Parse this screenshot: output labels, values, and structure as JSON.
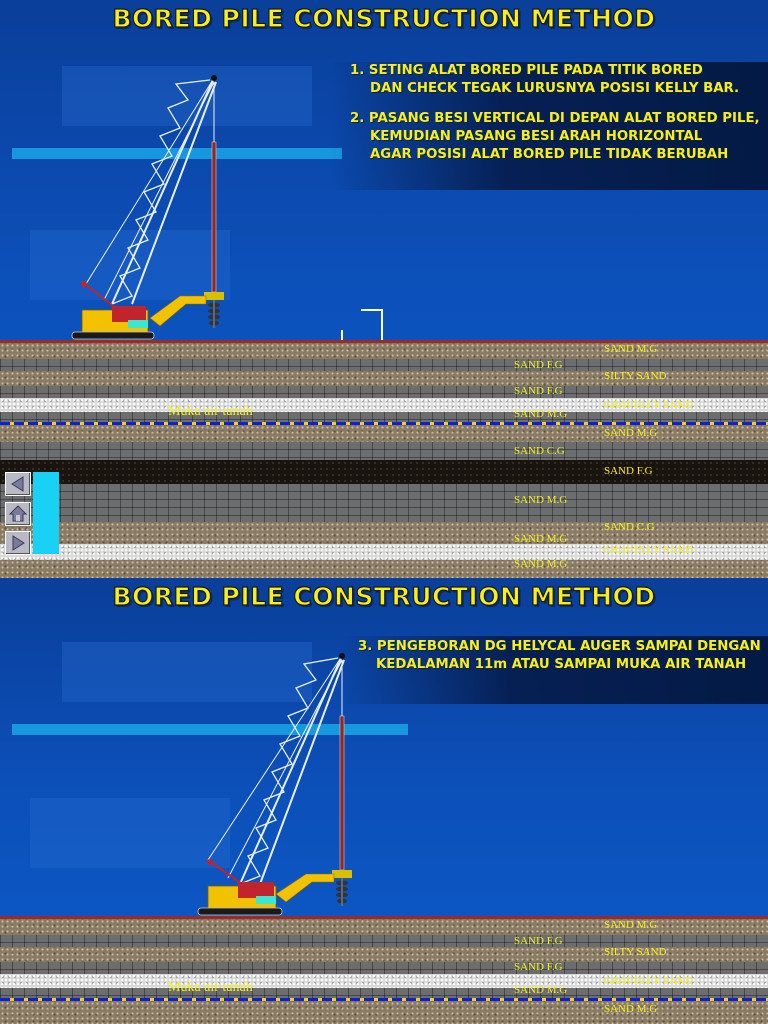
{
  "slides": [
    {
      "title": "BORED PILE CONSTRUCTION METHOD",
      "steps": [
        [
          "1. SETING ALAT BORED PILE PADA TITIK BORED",
          "    DAN CHECK TEGAK LURUSNYA POSISI KELLY BAR."
        ],
        [
          "2. PASANG BESI VERTICAL DI DEPAN ALAT BORED PILE,",
          "    KEMUDIAN PASANG BESI ARAH HORIZONTAL",
          "    AGAR POSISI ALAT BORED PILE TIDAK BERUBAH"
        ]
      ],
      "water_label": "Muka air tanah",
      "soil_labels": [
        "SAND M.G",
        "SAND F.G",
        "SILTY SAND",
        "SAND F.G",
        "GRAVELLY SAND",
        "SAND M.G",
        "SAND M.G",
        "SAND C.G",
        "SAND F.G",
        "SAND M.G",
        "SAND C.G",
        "SAND M.G",
        "GRAVELLY SAND",
        "SAND M.G"
      ]
    },
    {
      "title": "BORED PILE CONSTRUCTION METHOD",
      "steps": [
        [
          "3. PENGEBORAN DG HELYCAL AUGER SAMPAI DENGAN",
          "   KEDALAMAN 11m ATAU SAMPAI MUKA AIR TANAH"
        ]
      ],
      "water_label": "Muka air tanah",
      "soil_labels": [
        "SAND M.G",
        "SAND F.G",
        "SILTY SAND",
        "SAND F.G",
        "GRAVELLY SAND",
        "SAND M.G",
        "SAND M.G"
      ]
    }
  ],
  "nav": {
    "prev_icon": "triangle-left-icon",
    "home_icon": "home-icon",
    "next_icon": "triangle-right-icon"
  },
  "colors": {
    "title": "#f6ef1e",
    "background": "#0c4fb8",
    "ground": "#9b2b2b",
    "water_line": "#1020d0",
    "cyan": "#19d0f5"
  }
}
